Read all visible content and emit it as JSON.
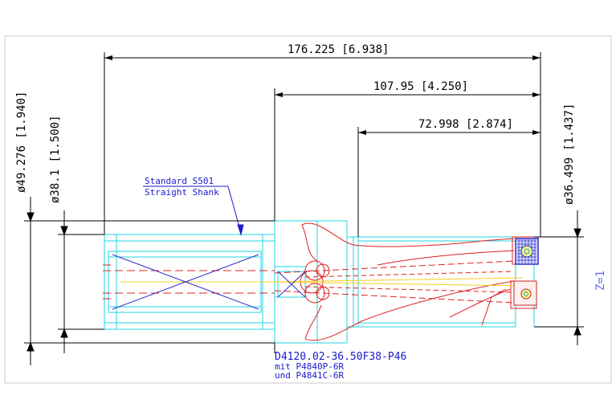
{
  "colors": {
    "background": "#ffffff",
    "frame": "#c8c8c8",
    "dimension": "#000000",
    "geometry": "#22d6e0",
    "hidden": "#e02020",
    "centerline": "#f5d020",
    "note": "#1a1acc",
    "insert": "#3030cc"
  },
  "dimensions": {
    "overall_length": "176.225 [6.938]",
    "shank_to_tip": "107.95 [4.250]",
    "flute_length": "72.998 [2.874]",
    "shank_flange_dia": "ø49.276 [1.940]",
    "shank_dia": "ø38.1 [1.500]",
    "drill_dia": "ø36.499 [1.437]"
  },
  "note": {
    "line1": "Standard S501",
    "line2": "Straight Shank"
  },
  "part_number": {
    "line1": "D4120.02-36.50F38-P46",
    "line2": "mit P4840P-6R",
    "line3": "und P4841C-6R"
  },
  "z_label": "Z=1"
}
